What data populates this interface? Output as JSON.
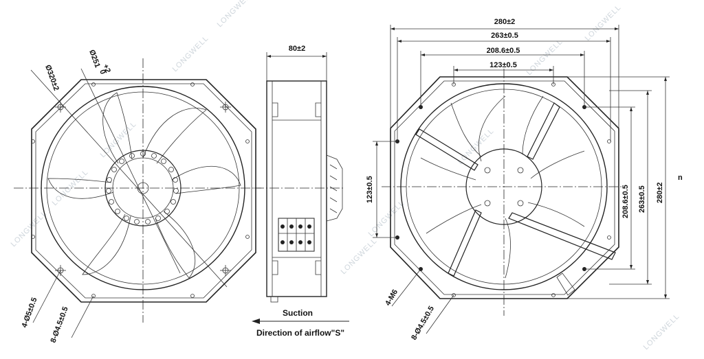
{
  "front_view": {
    "dia_outer": "Ø320±2",
    "dia_inner": "Ø251",
    "dia_inner_tol_upper": "+2",
    "dia_inner_tol_lower": "0",
    "holes_large": "4-Ø5±0.5",
    "holes_small": "8-Ø4.5±0.5"
  },
  "side_view": {
    "depth": "80±2",
    "suction_label": "Suction",
    "airflow_label": "Direction of airflow\"S\""
  },
  "rear_view": {
    "width_280": "280±2",
    "width_263": "263±0.5",
    "width_208": "208.6±0.5",
    "width_123": "123±0.5",
    "height_123": "123±0.5",
    "height_208": "208.6±0.5",
    "height_263": "263±0.5",
    "height_280": "280±2",
    "thread_holes": "4-M6",
    "holes_small": "8-Ø4.5±0.5",
    "edge_mark": "n"
  },
  "watermark": "LONGWELL"
}
